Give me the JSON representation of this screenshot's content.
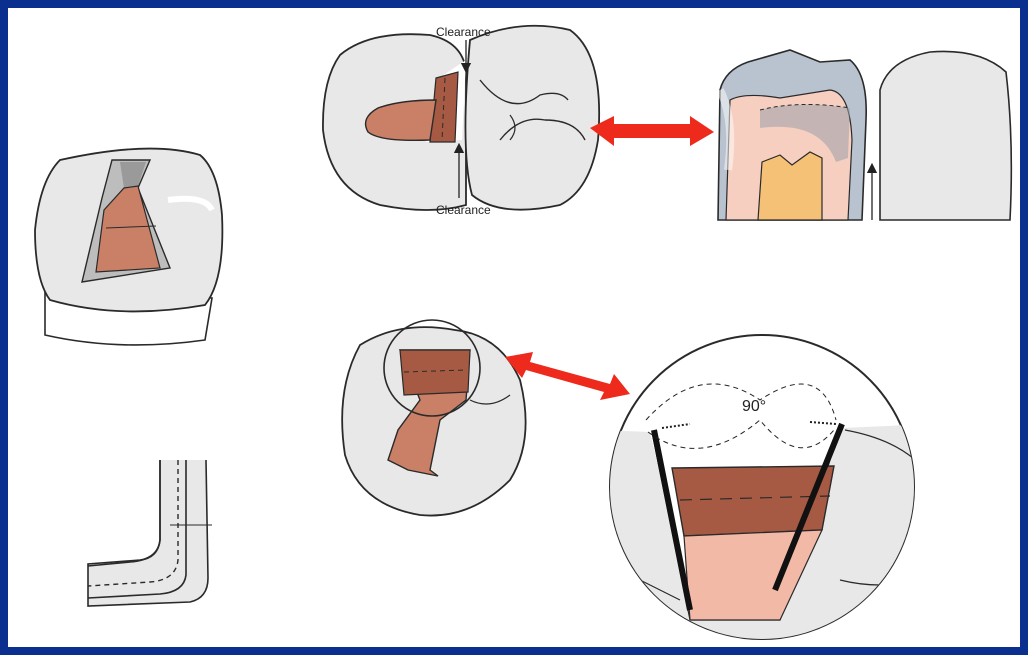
{
  "labels": {
    "clearance_top": "Clearance",
    "clearance_bottom": "Clearance",
    "angle": "90°"
  },
  "colors": {
    "background_frame": "#0b2f8f",
    "tooth_fill": "#e8e8e8",
    "tooth_outline": "#2a2a2a",
    "cavity_fill": "#c98066",
    "cavity_dark": "#a75a43",
    "wall_fill": "#bfbfbf",
    "pulp_fill": "#f4c176",
    "dentin_fill": "#f6cfc0",
    "enamel_fill": "#b9c3cf",
    "arrow_red": "#ee2a1c"
  },
  "icons": {
    "double_arrow_top": "double-headed-arrow-icon",
    "double_arrow_bottom": "double-headed-arrow-icon"
  }
}
